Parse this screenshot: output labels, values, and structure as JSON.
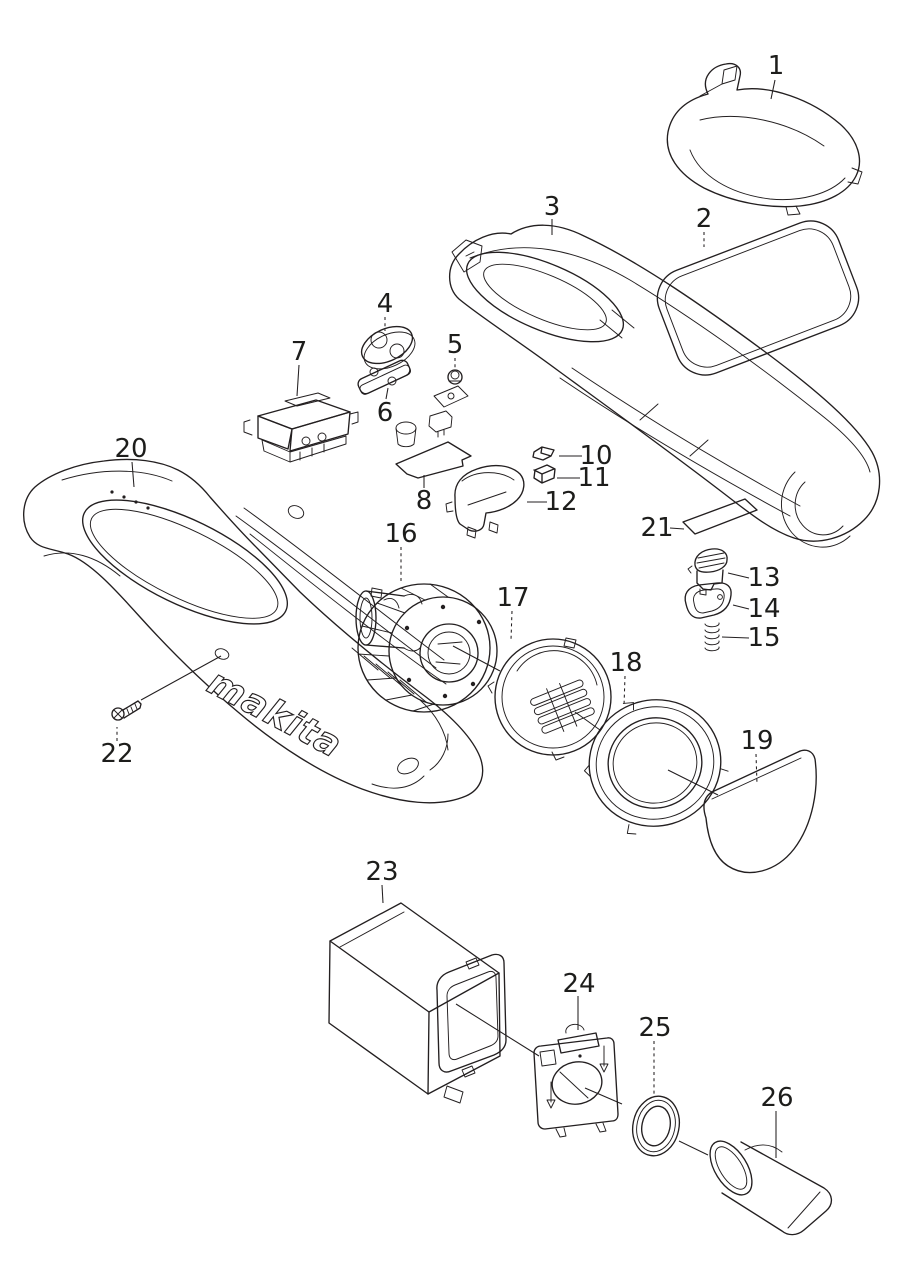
{
  "diagram": {
    "type": "exploded-parts-diagram",
    "colors": {
      "line": "#231f20",
      "background": "#ffffff",
      "label": "#1d1d1b"
    },
    "brand": {
      "logo_text": "makita"
    },
    "parts": [
      "1",
      "2",
      "3",
      "4",
      "5",
      "6",
      "7",
      "8",
      "10",
      "11",
      "12",
      "13",
      "14",
      "15",
      "16",
      "17",
      "18",
      "19",
      "20",
      "21",
      "22",
      "23",
      "24",
      "25",
      "26"
    ]
  }
}
